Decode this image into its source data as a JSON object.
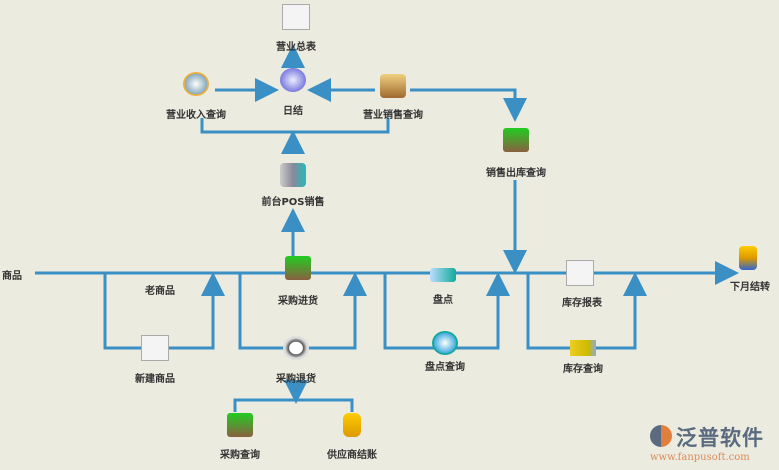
{
  "nodes": {
    "summary": "营业总表",
    "daily": "日结",
    "income_query": "营业收入查询",
    "sales_query": "营业销售查询",
    "pos": "前台POS销售",
    "outbound_query": "销售出库查询",
    "goods": "商品",
    "old_goods": "老商品",
    "new_goods": "新建商品",
    "purchase_in": "采购进货",
    "purchase_return": "采购退货",
    "purchase_query": "采购查询",
    "supplier_settle": "供应商结账",
    "stocktake": "盘点",
    "stocktake_query": "盘点查询",
    "stock_report": "库存报表",
    "stock_query": "库存查询",
    "month_carry": "下月结转"
  },
  "watermark": {
    "brand": "泛普软件",
    "url": "www.fanpusoft.com"
  },
  "colors": {
    "line": "#3a8fc4",
    "background": "#ecebe0"
  }
}
